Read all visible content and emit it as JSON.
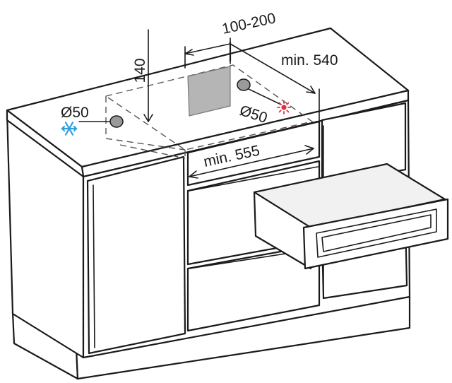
{
  "dimensions": {
    "height_top": "140",
    "gap_range": "100-200",
    "depth_min": "min. 540",
    "width_min": "min. 555",
    "hole_cold": "Ø50",
    "hole_hot": "Ø50"
  },
  "icons": {
    "cold_icon": "snowflake-icon",
    "hot_icon": "sun-icon",
    "cold_color": "#2f9fe0",
    "hot_color": "#e0303a"
  }
}
